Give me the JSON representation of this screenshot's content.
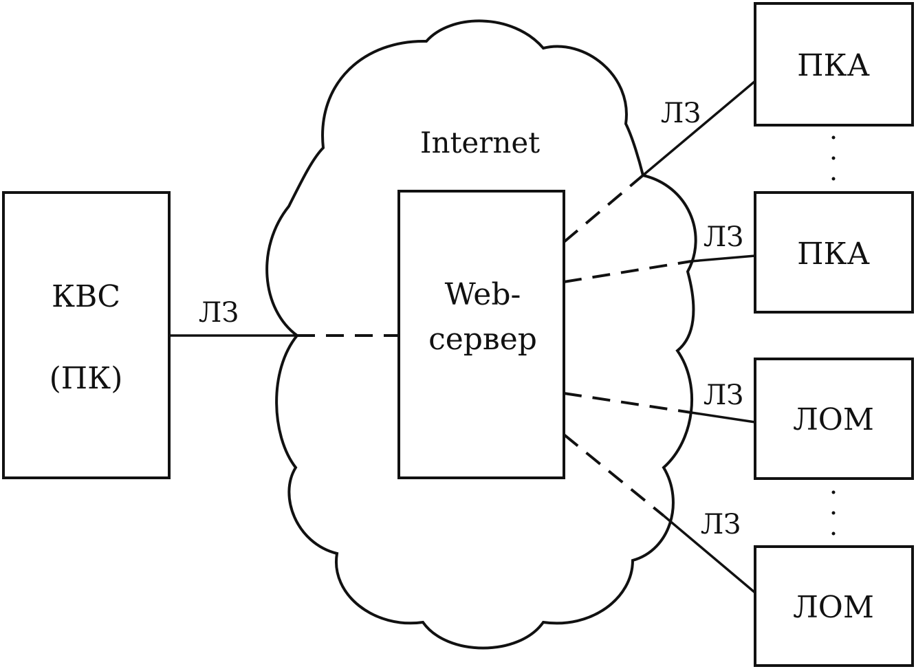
{
  "client": {
    "line1": "КВС",
    "line2": "(ПК)"
  },
  "network": {
    "name": "Internet"
  },
  "server": {
    "line1": "Web-",
    "line2": "сервер"
  },
  "nodes": [
    "ПКА",
    "ПКА",
    "ЛОМ",
    "ЛОМ"
  ],
  "link_label": "ЛЗ"
}
